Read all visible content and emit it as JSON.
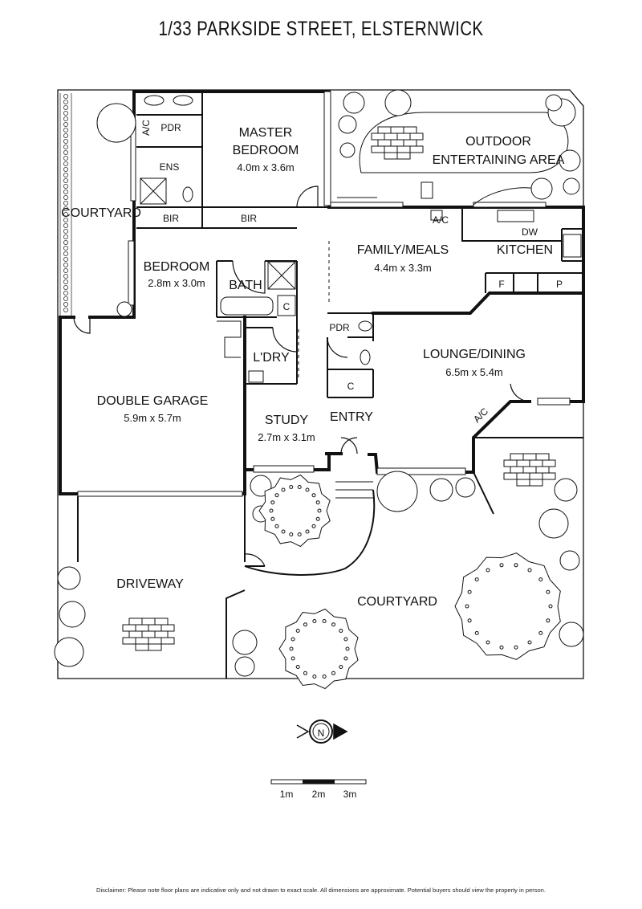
{
  "title": "1/33 PARKSIDE STREET, ELSTERNWICK",
  "rooms": {
    "courtyard_west": "COURTYARD",
    "pdr_upper": "PDR",
    "ac_ensuite": "A/C",
    "ens": "ENS",
    "master": "MASTER\nBEDROOM",
    "master_line1": "MASTER",
    "master_line2": "BEDROOM",
    "master_dim": "4.0m x 3.6m",
    "outdoor_line1": "OUTDOOR",
    "outdoor_line2": "ENTERTAINING AREA",
    "bir_left": "BIR",
    "bir_right": "BIR",
    "ac_family": "A/C",
    "dw": "DW",
    "kitchen": "KITCHEN",
    "family": "FAMILY/MEALS",
    "family_dim": "4.4m x 3.3m",
    "bedroom": "BEDROOM",
    "bedroom_dim": "2.8m x 3.0m",
    "bath": "BATH",
    "c_bath": "C",
    "f": "F",
    "p": "P",
    "pdr_lower": "PDR",
    "laundry": "L'DRY",
    "lounge": "LOUNGE/DINING",
    "lounge_dim": "6.5m x 5.4m",
    "c_entry": "C",
    "garage": "DOUBLE GARAGE",
    "garage_dim": "5.9m x 5.7m",
    "ac_lounge": "A/C",
    "study": "STUDY",
    "study_dim": "2.7m x 3.1m",
    "entry": "ENTRY",
    "driveway": "DRIVEWAY",
    "courtyard_south": "COURTYARD"
  },
  "compass": {
    "label": "N",
    "icon": "north-arrow-icon"
  },
  "scale": {
    "ticks": [
      "1m",
      "2m",
      "3m"
    ]
  },
  "disclaimer": "Disclaimer: Please note floor plans are indicative only and not drawn to exact scale. All dimensions are approximate. Potential buyers should view the property in person."
}
